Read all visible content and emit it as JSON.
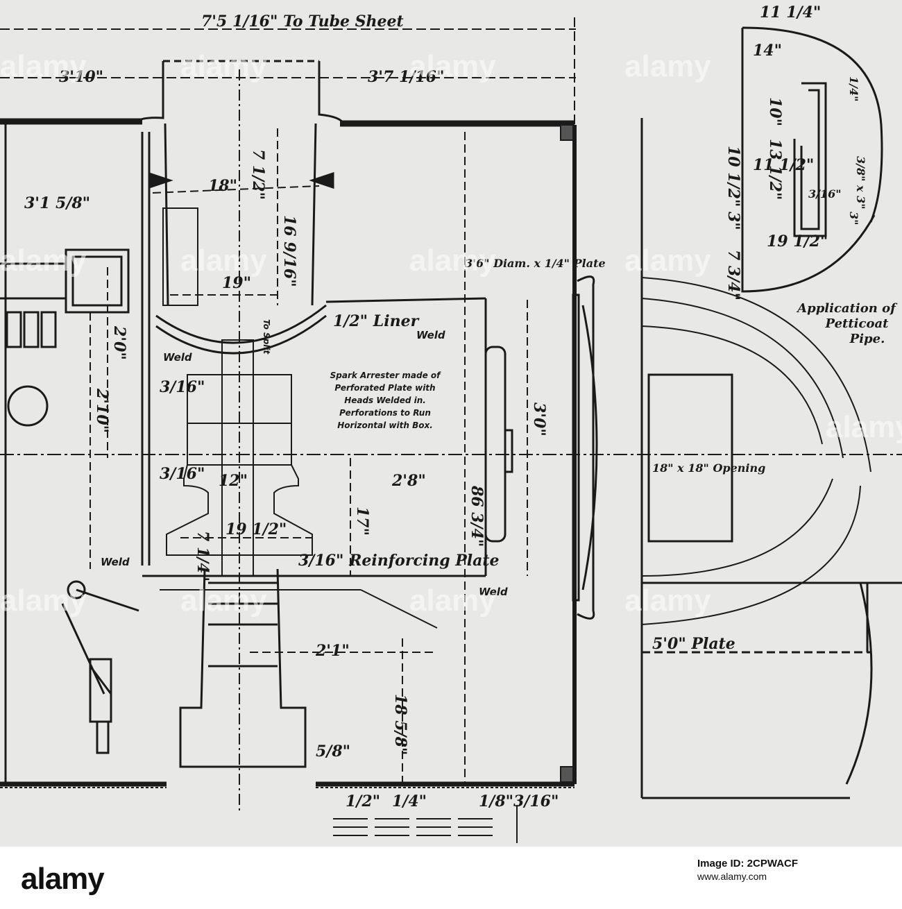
{
  "drawing": {
    "dimensions": {
      "tube_sheet": "7'5 1/16\" To Tube Sheet",
      "left_width": "3'10\"",
      "right_width": "3'7 1/16\"",
      "side_offset": "3'1 5/8\"",
      "stack_height": "7 1/2\"",
      "stack_width": "18\"",
      "stack_depth": "16 9/16\"",
      "nozzle_width": "19\"",
      "liner": "1/2\" Liner",
      "to_split": "To Split",
      "upper_vertical": "2'0\"",
      "lower_vertical": "2'10\"",
      "plate_thickness_a": "3/16\"",
      "plate_thickness_b": "3/16\"",
      "nozzle_neck": "12\"",
      "arrester_width": "2'8\"",
      "arrester_height": "17\"",
      "arrester_total": "86 3/4\"",
      "front_height": "3'0\"",
      "base_width": "19 1/2\"",
      "base_height": "7 1/4\"",
      "reinforcing_plate": "3/16\" Reinforcing Plate",
      "exhaust_offset": "2'1\"",
      "exhaust_height": "18 5/8\"",
      "bottom_plate": "5/8\"",
      "perf_a": "1/2\"",
      "perf_b": "1/4\"",
      "perf_c": "1/8\"",
      "perf_d": "3/16\"",
      "diaphragm": "3'6\" Diam. x 1/4\" Plate",
      "detail_width": "11 1/4\"",
      "detail_14": "14\"",
      "detail_10": "10\"",
      "detail_13": "13 1/2\"",
      "detail_10h": "10 1/2\"",
      "detail_11": "11 1/2\"",
      "detail_3": "3\"",
      "detail_34": "3/8\" x 3\"",
      "detail_1_4": "1/4\"",
      "detail_316": "3/16\"",
      "detail_195": "19 1/2\"",
      "detail_734": "7 3/4\"",
      "detail_3b": "3\"",
      "opening": "18\" x 18\" Opening",
      "plate_5": "5'0\" Plate"
    },
    "labels": {
      "weld": "Weld",
      "spark_arrester_note": [
        "Spark Arrester made of",
        "Perforated Plate with",
        "Heads Welded in.",
        "Perforations to Run",
        "Horizontal with Box."
      ],
      "petticoat": [
        "Application of",
        "Petticoat",
        "Pipe."
      ]
    }
  },
  "watermark": "alamy",
  "footer": {
    "logo": "alamy",
    "image_id_label": "Image ID: 2CPWACF",
    "site": "www.alamy.com"
  }
}
